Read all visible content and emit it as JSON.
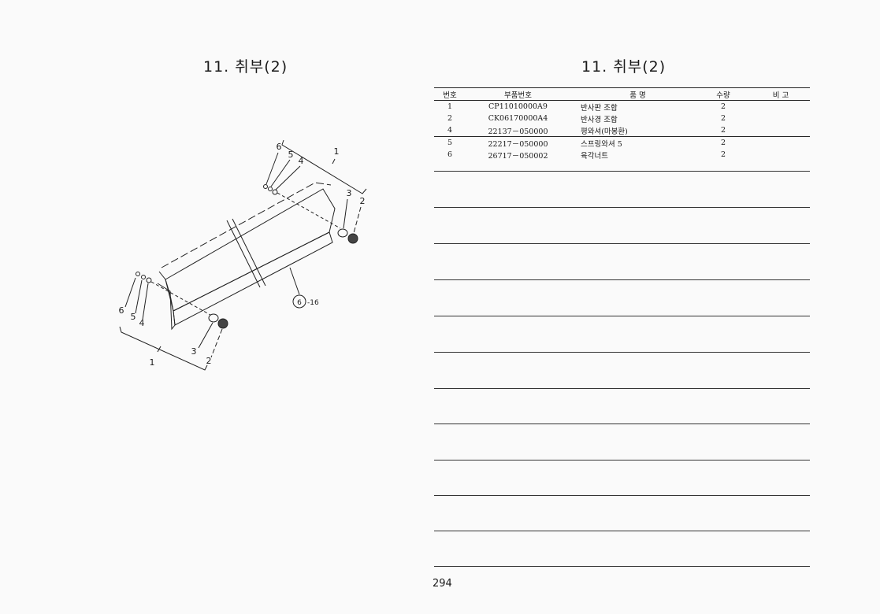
{
  "left_page": {
    "title": "11. 취부(2)",
    "diagram_labels": {
      "top_6": "6",
      "top_5": "5",
      "top_4": "4",
      "top_1": "1",
      "top_3": "3",
      "top_2": "2",
      "bottom_6": "6",
      "bottom_5": "5",
      "bottom_4": "4",
      "bottom_1": "1",
      "bottom_3": "3",
      "bottom_2": "2",
      "ref_circle": "6",
      "ref_page": "-16"
    }
  },
  "right_page": {
    "title": "11. 취부(2)",
    "table": {
      "headers": {
        "no": "번호",
        "part_number": "부품번호",
        "name": "품    명",
        "qty": "수량",
        "note": "비   고"
      },
      "rows": [
        {
          "no": "1",
          "part_number": "CP11010000A9",
          "name": "반사판 조합",
          "qty": "2",
          "note": ""
        },
        {
          "no": "2",
          "part_number": "CK06170000A4",
          "name": "반사경 조합",
          "qty": "2",
          "note": ""
        },
        {
          "no": "4",
          "part_number": "22137－050000",
          "name": "평와셔(마봉환)",
          "qty": "2",
          "note": ""
        },
        {
          "no": "5",
          "part_number": "22217－050000",
          "name": "스프링와셔 5",
          "qty": "2",
          "note": ""
        },
        {
          "no": "6",
          "part_number": "26717－050002",
          "name": "육각너트",
          "qty": "2",
          "note": ""
        }
      ]
    },
    "page_number": "294"
  }
}
